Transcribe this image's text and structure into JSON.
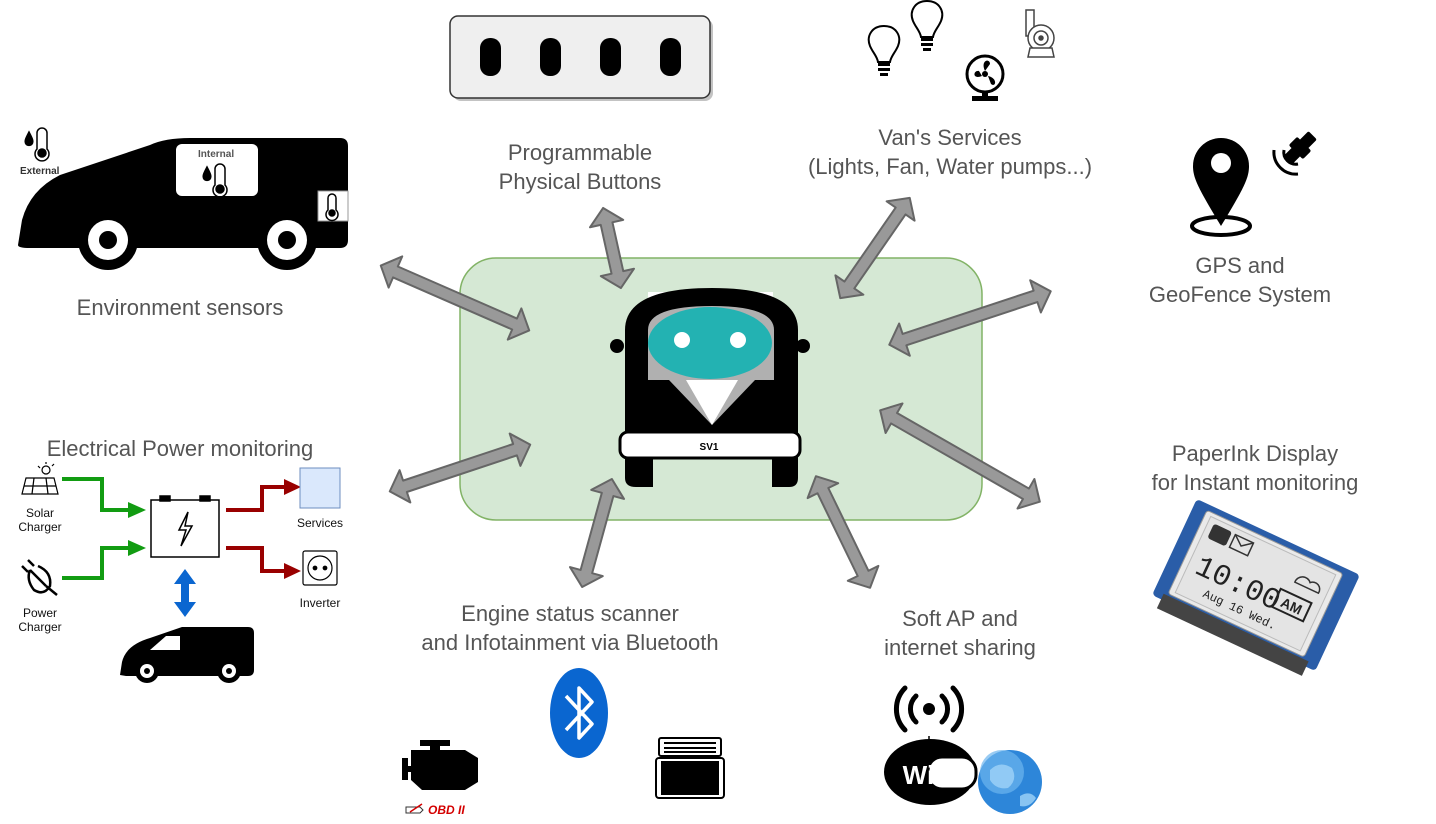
{
  "center": {
    "plate": "SV1"
  },
  "labels": {
    "buttons": [
      "Programmable",
      "Physical Buttons"
    ],
    "services": [
      "Van's Services",
      "(Lights, Fan, Water pumps...)"
    ],
    "gps": [
      "GPS and",
      "GeoFence System"
    ],
    "env": "Environment sensors",
    "power": "Electrical Power monitoring",
    "paperink": [
      "PaperInk Display",
      "for Instant monitoring"
    ],
    "engine": [
      "Engine status scanner",
      "and Infotainment via Bluetooth"
    ],
    "softap": [
      "Soft AP and",
      "internet sharing"
    ]
  },
  "env_sensor": {
    "external": "External",
    "internal": "Internal"
  },
  "power": {
    "solar": [
      "Solar",
      "Charger"
    ],
    "charger": [
      "Power",
      "Charger"
    ],
    "services": "Services",
    "inverter": "Inverter"
  },
  "engine": {
    "obd": "OBD II"
  },
  "wifi": {
    "text": "WiFi"
  },
  "epaper": {
    "time": "10:00",
    "ampm": "AM",
    "date": "Aug 16 Wed."
  },
  "colors": {
    "hub_fill": "#d5e8d4",
    "hub_stroke": "#82b366",
    "arrow_fill": "#999999",
    "arrow_stroke": "#666666",
    "green_arrow": "#129c12",
    "red_arrow": "#990000",
    "bluetooth": "#0a66d0",
    "services_box": "#dae8fc"
  }
}
